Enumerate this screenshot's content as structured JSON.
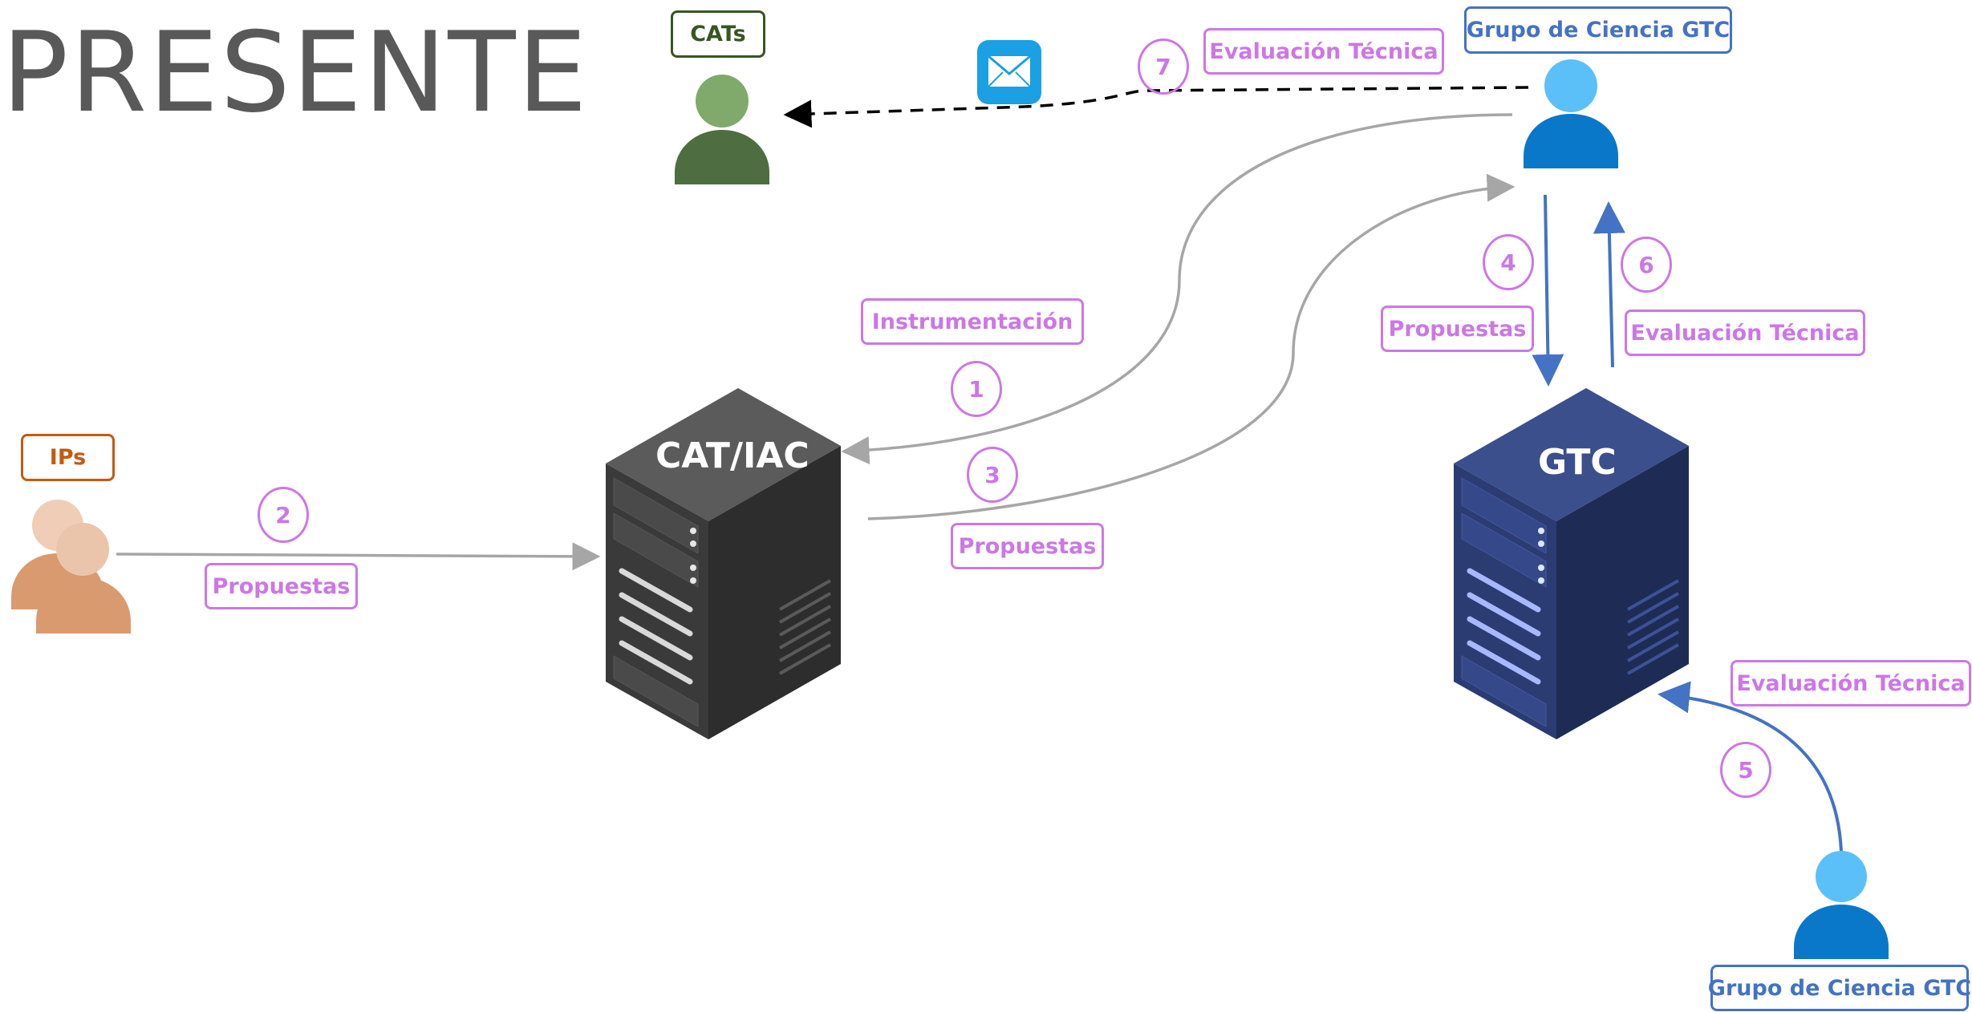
{
  "title": "PRESENTE",
  "actors": {
    "cats": "CATs",
    "ips": "IPs",
    "gtc_group_top": "Grupo de Ciencia GTC",
    "gtc_group_bottom": "Grupo de Ciencia GTC"
  },
  "servers": {
    "cat_iac": "CAT/IAC",
    "gtc": "GTC"
  },
  "flows": [
    {
      "step": "1",
      "label": "Instrumentación"
    },
    {
      "step": "2",
      "label": "Propuestas"
    },
    {
      "step": "3",
      "label": "Propuestas"
    },
    {
      "step": "4",
      "label": "Propuestas"
    },
    {
      "step": "5",
      "label": "Evaluación Técnica"
    },
    {
      "step": "6",
      "label": "Evaluación Técnica"
    },
    {
      "step": "7",
      "label": "Evaluación Técnica"
    }
  ],
  "icons": {
    "mail": "envelope-icon"
  },
  "colors": {
    "step_accent": "#cc77e6",
    "gtc_blue": "#4472c4",
    "cats_green": "#375623",
    "ips_orange": "#c55a11",
    "flow_gray": "#a6a6a6",
    "cat_server": "#3d3d3d",
    "gtc_server": "#2f437a"
  }
}
